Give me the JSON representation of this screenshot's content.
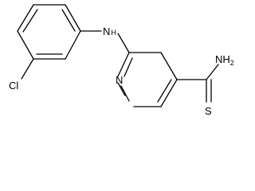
{
  "molecule": {
    "atoms": {
      "nh": {
        "main": "N",
        "sub": "H"
      },
      "ring_n": {
        "main": "N"
      },
      "cl": {
        "main": "Cl"
      },
      "amide_n": {
        "main": "NH",
        "sub": "2"
      },
      "s": {
        "main": "S"
      }
    }
  }
}
